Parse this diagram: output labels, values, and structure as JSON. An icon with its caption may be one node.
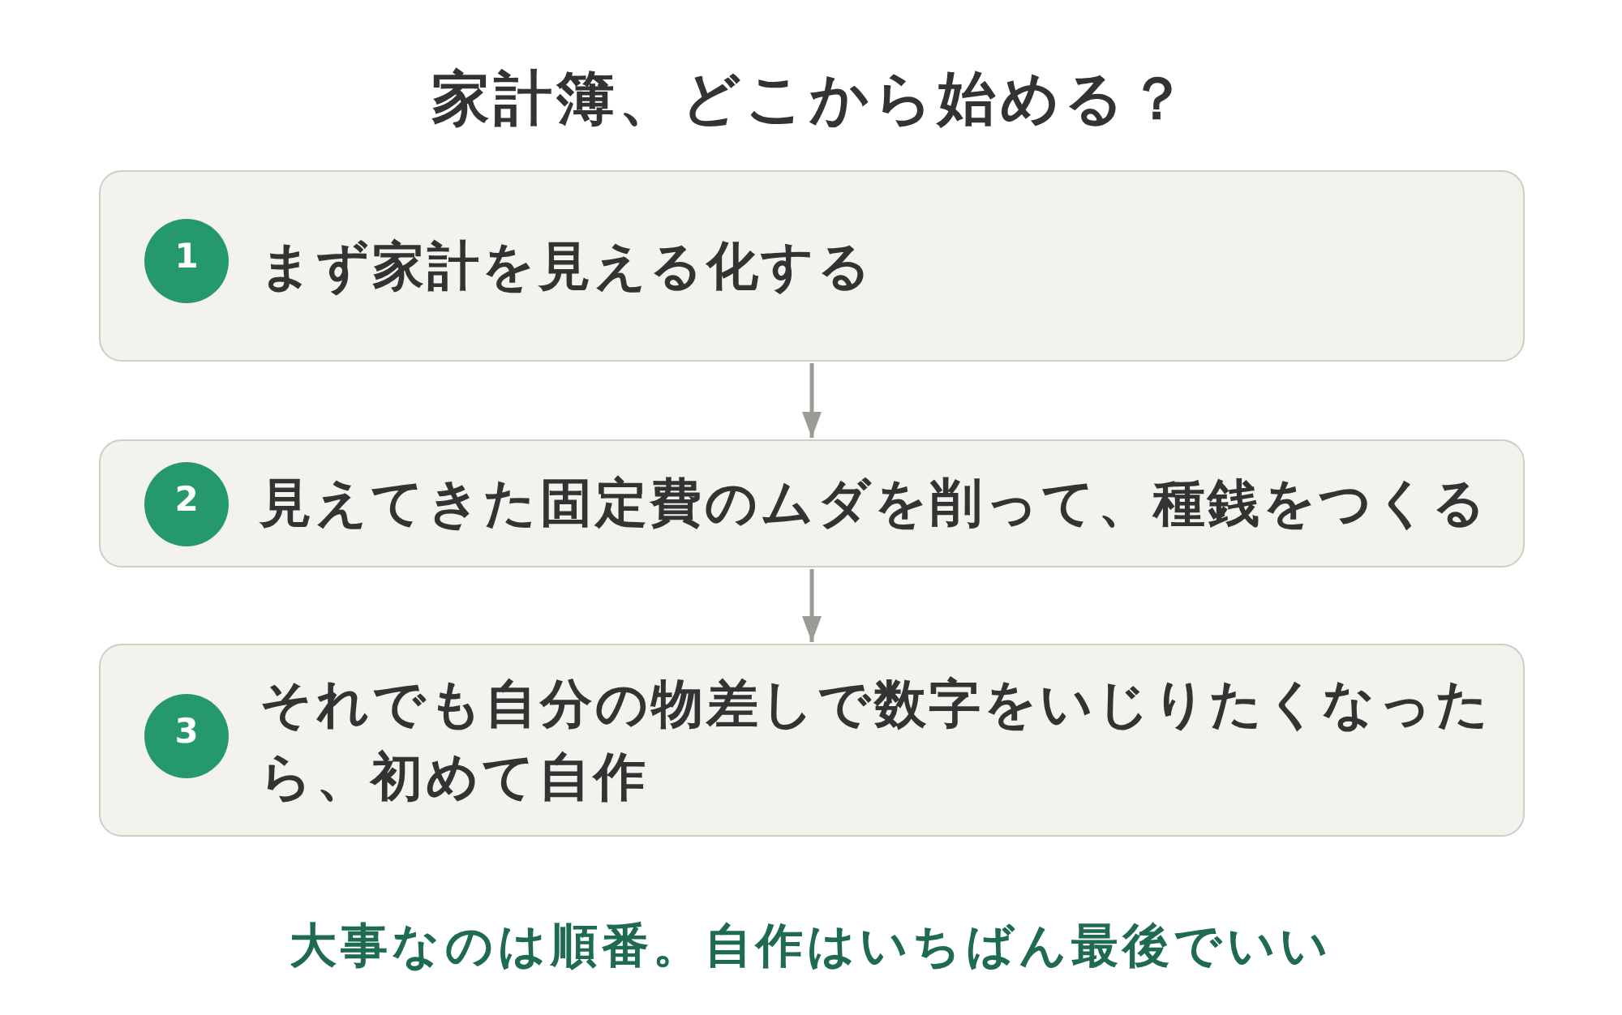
{
  "diagram": {
    "title": "家計簿、どこから始める？",
    "nodes": [
      {
        "text": [
          "まず家計を見える化する"
        ]
      },
      {
        "text": [
          "1"
        ],
        "in": 0
      },
      {
        "text": [
          "見えてきた固定費のムダを削って、種銭をつくる"
        ]
      },
      {
        "text": [
          "2"
        ],
        "in": 2
      },
      {
        "text": [
          "それでも自分の物差しで数字をいじりたくなったら、初めて自作"
        ]
      },
      {
        "text": [
          "3"
        ],
        "in": 4
      }
    ],
    "edges": [
      {
        "from": 0,
        "to": 2,
        "arrow": "to"
      },
      {
        "from": 2,
        "to": 4,
        "arrow": "to"
      }
    ],
    "caption": "大事なのは順番。自作はいちばん最後でいい"
  }
}
